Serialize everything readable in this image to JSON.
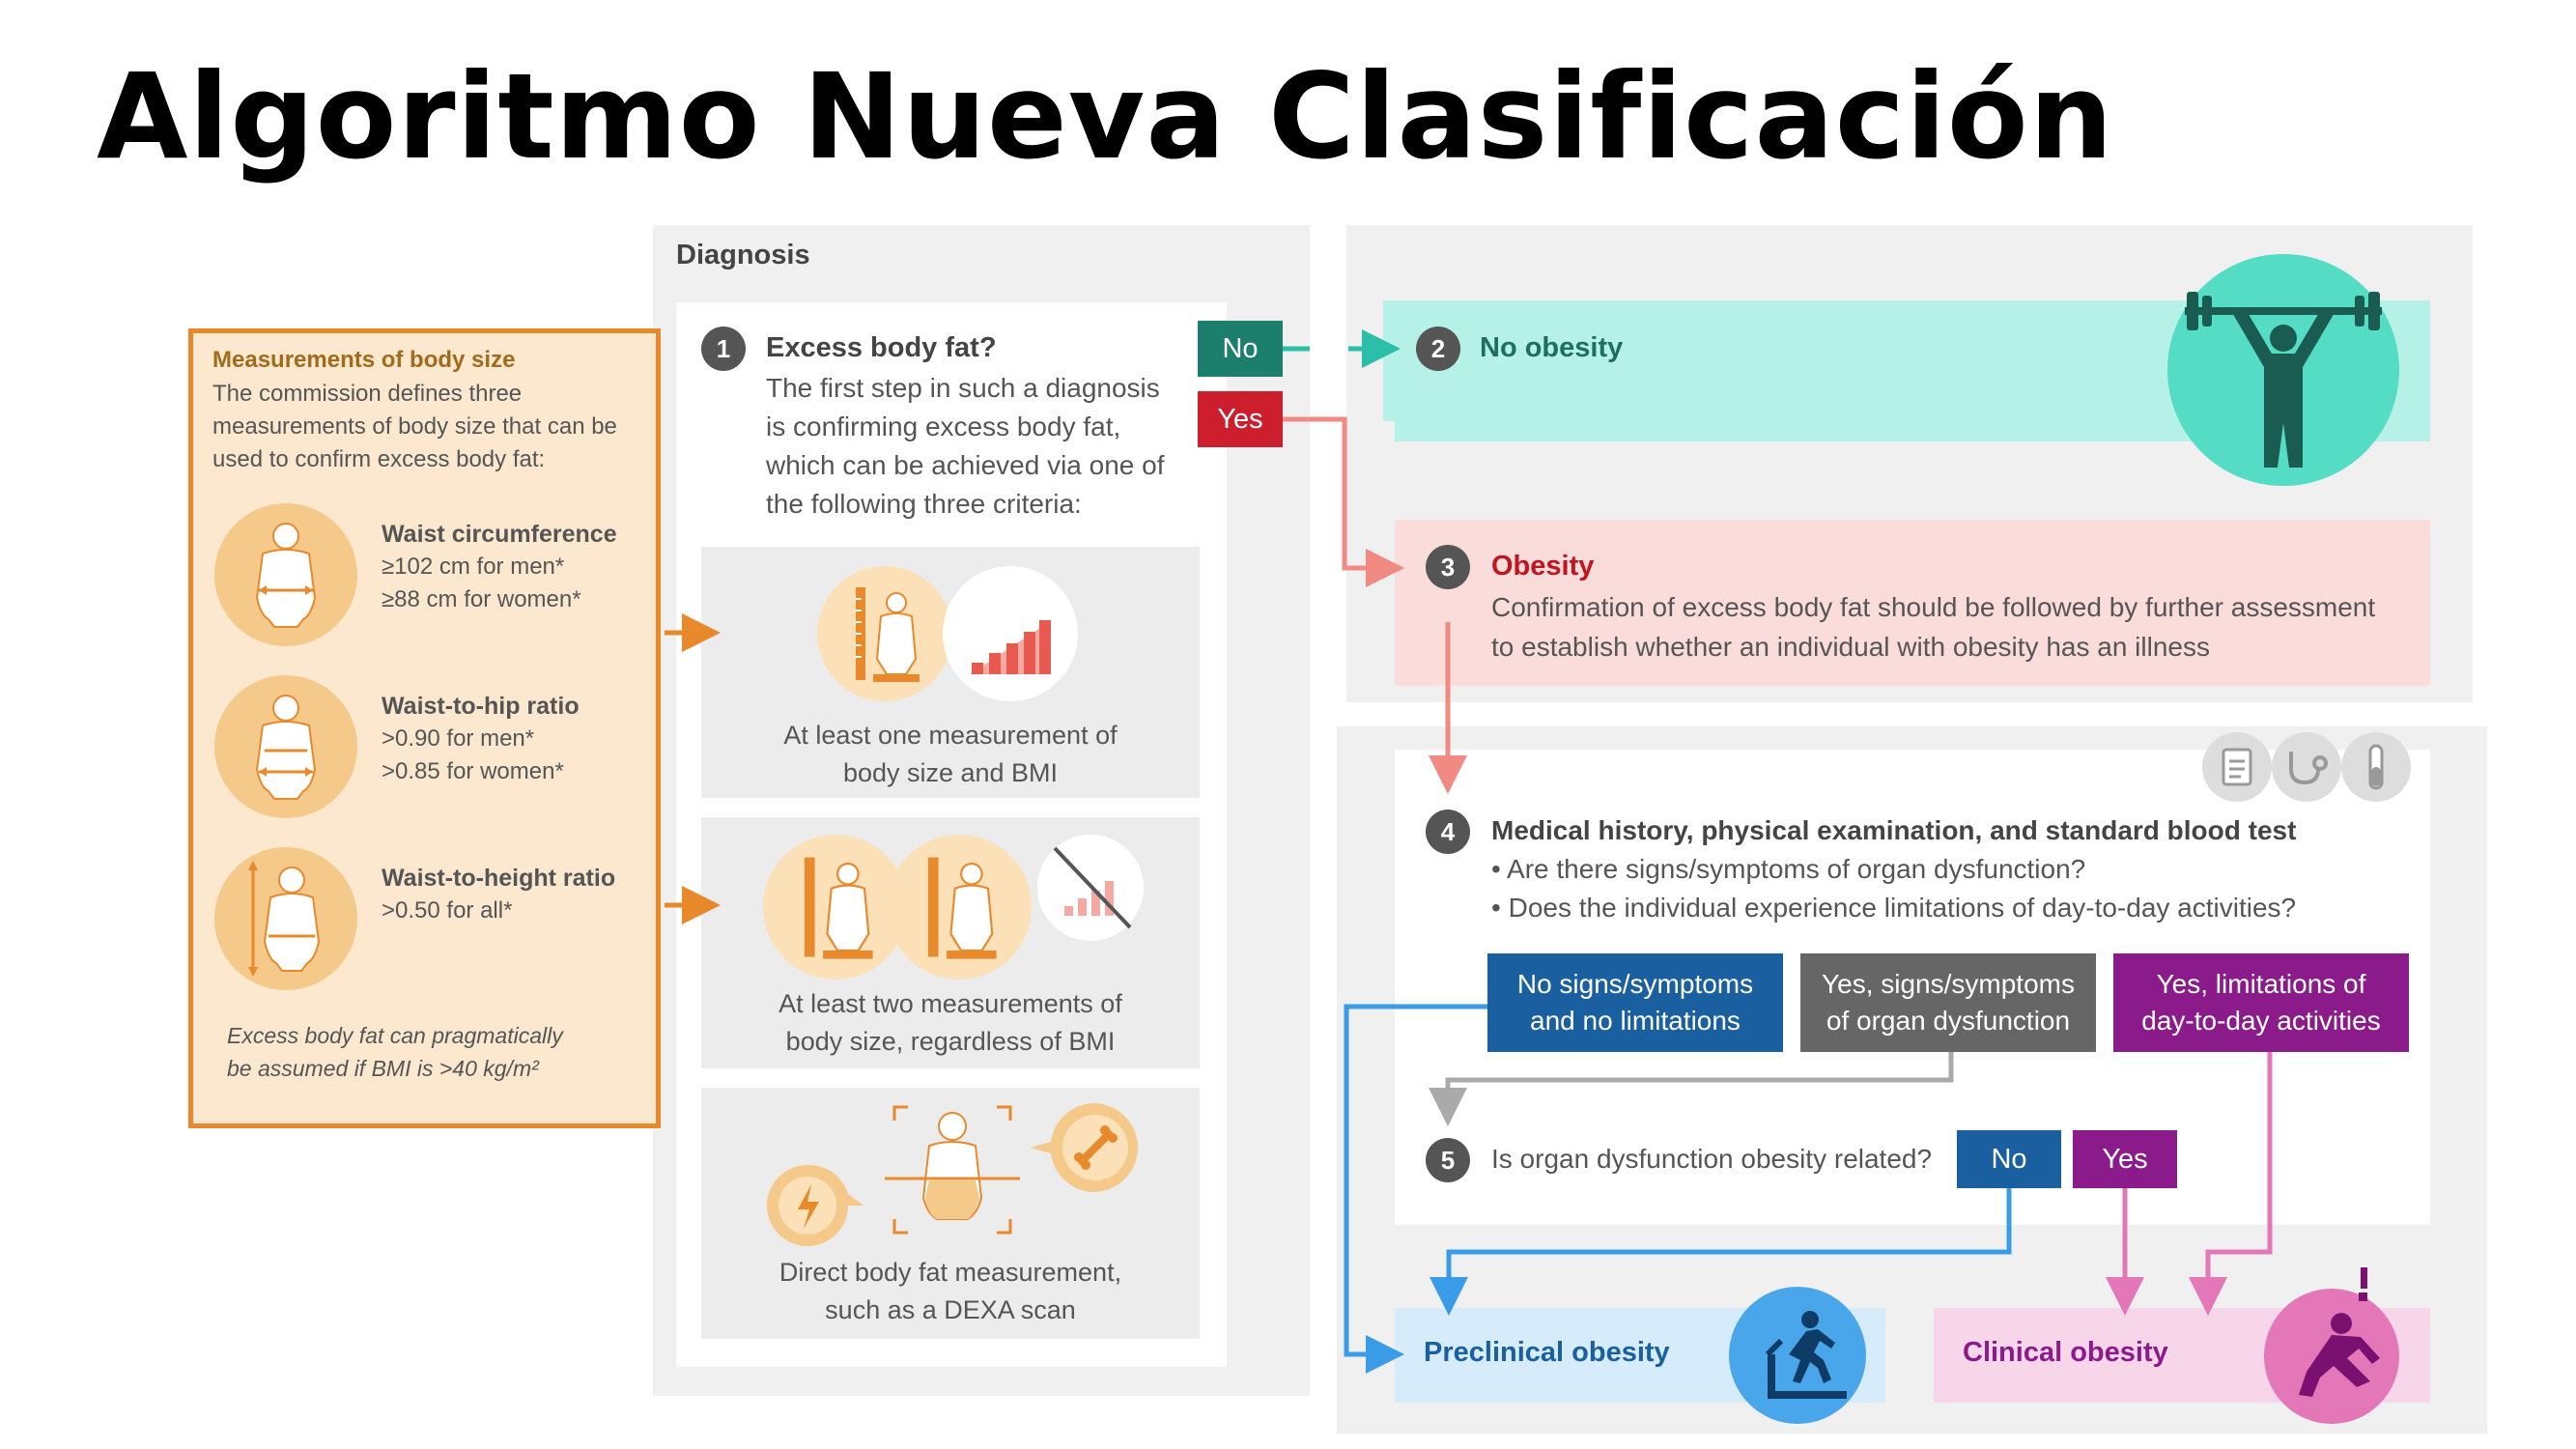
{
  "title": "Algoritmo Nueva Clasificación",
  "colors": {
    "orange": "#e8892c",
    "teal": "#2bbfa9",
    "red_yes": "#cc1e2c",
    "salmon": "#f08a82",
    "blue": "#1a5fa0",
    "gray": "#666666",
    "purple": "#8b1a8b",
    "pink": "#e377b8"
  },
  "measurements": {
    "title": "Measurements of body size",
    "intro": "The commission defines three measurements of body size that can be used to confirm excess body fat:",
    "items": [
      {
        "name": "Waist circumference",
        "line1": "≥102 cm for men*",
        "line2": "≥88 cm for women*",
        "icon": "waist-circumference-icon"
      },
      {
        "name": "Waist-to-hip ratio",
        "line1": ">0.90 for men*",
        "line2": ">0.85 for women*",
        "icon": "waist-hip-ratio-icon"
      },
      {
        "name": "Waist-to-height ratio",
        "line1": ">0.50 for all*",
        "line2": "",
        "icon": "waist-height-ratio-icon"
      }
    ],
    "note_line1": "Excess body fat can pragmatically",
    "note_line2": "be assumed if BMI is >40 kg/m²"
  },
  "diagnosis": {
    "label": "Diagnosis",
    "step1": {
      "number": "1",
      "title": "Excess body fat?",
      "text_lines": [
        "The first step in such a diagnosis",
        "is confirming excess body fat,",
        "which can be achieved via one of",
        "the following three criteria:"
      ],
      "no": "No",
      "yes": "Yes"
    },
    "criteria": [
      {
        "line1": "At least one measurement of",
        "line2": "body size and BMI"
      },
      {
        "line1": "At least two measurements of",
        "line2": "body size, regardless of BMI"
      },
      {
        "line1": "Direct body fat measurement,",
        "line2": "such as a DEXA scan"
      }
    ]
  },
  "step2": {
    "number": "2",
    "label": "No obesity",
    "icon": "weightlifter-icon"
  },
  "step3": {
    "number": "3",
    "title": "Obesity",
    "line1": "Confirmation of excess body fat should be followed by further assessment",
    "line2": "to establish whether an individual with obesity has an illness"
  },
  "step4": {
    "number": "4",
    "title": "Medical history, physical examination, and standard blood test",
    "bullet1": "Are there signs/symptoms of organ dysfunction?",
    "bullet2": "Does the individual experience limitations of day-to-day activities?",
    "icons": [
      "clipboard-icon",
      "stethoscope-icon",
      "test-tube-icon"
    ],
    "options": [
      {
        "line1": "No signs/symptoms",
        "line2": "and no limitations"
      },
      {
        "line1": "Yes, signs/symptoms",
        "line2": "of organ dysfunction"
      },
      {
        "line1": "Yes, limitations of",
        "line2": "day-to-day activities"
      }
    ]
  },
  "step5": {
    "number": "5",
    "question": "Is organ dysfunction obesity related?",
    "no": "No",
    "yes": "Yes"
  },
  "outcomes": {
    "preclinical": "Preclinical obesity",
    "clinical": "Clinical obesity",
    "preclinical_icon": "treadmill-runner-icon",
    "clinical_icon": "distressed-person-icon"
  }
}
